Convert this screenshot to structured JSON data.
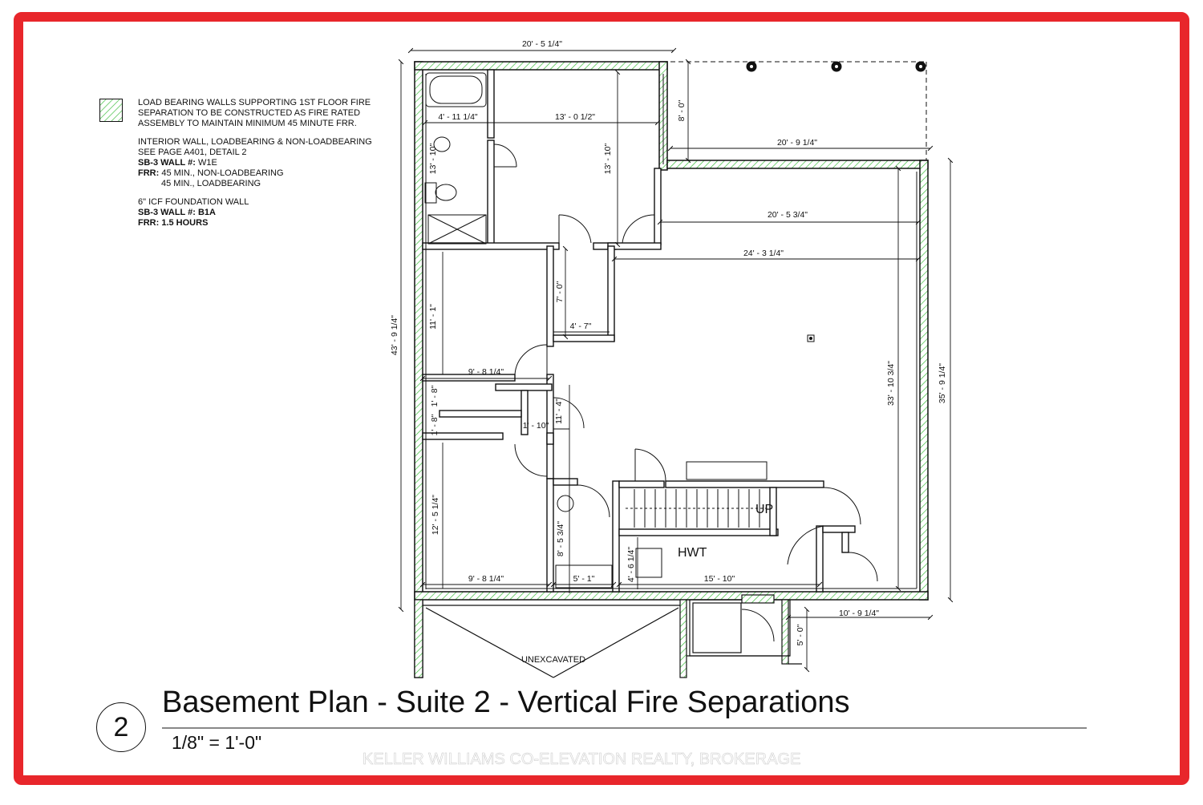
{
  "legend": {
    "load_bearing": [
      "LOAD BEARING WALLS SUPPORTING 1ST FLOOR FIRE",
      "SEPARATION TO BE CONSTRUCTED AS FIRE RATED",
      "ASSEMBLY TO MAINTAIN MINIMUM 45 MINUTE FRR."
    ],
    "interior_l1": "INTERIOR WALL, LOADBEARING & NON-LOADBEARING",
    "interior_l2": "SEE PAGE A401, DETAIL 2",
    "interior_wall_key": "SB-3 WALL #:",
    "interior_wall_val": " W1e",
    "interior_frr_key": "FRR:",
    "interior_frr_val": " 45 MIN., NON-LOADBEARING",
    "interior_frr_val2": "45 MIN., LOADBEARING",
    "icf_l1": "6\" ICF FOUNDATION WALL",
    "icf_wall_key": "SB-3 WALL #:",
    "icf_wall_val": " B1a",
    "icf_frr_key": "FRR:",
    "icf_frr_val": " 1.5 HOURS"
  },
  "dimensions": {
    "top_width": "20' - 5 1/4\"",
    "bath_width": "4' - 11 1/4\"",
    "bedroom_width": "13' - 0 1/2\"",
    "porch_depth": "8' - 0\"",
    "right_top_width": "20' - 9 1/4\"",
    "bath_depth": "13' - 10\"",
    "bedroom_depth": "13' - 10\"",
    "rec_inner_width": "20' - 5 3/4\"",
    "rec_full_width": "24' - 3 1/4\"",
    "overall_depth": "43' - 9 1/4\"",
    "hall_depth": "7' - 0\"",
    "hall_width": "4' - 7\"",
    "bed2_depth": "11' - 1\"",
    "bed2_width": "9' - 8 1/4\"",
    "closet1": "1' - 8\"",
    "closet2": "1' - 8\"",
    "closet3": "1' - 10\"",
    "closet_depth": "11' - 4\"",
    "rec_depth": "33' - 10 3/4\"",
    "right_overall_depth": "35' - 9 1/4\"",
    "bed3_depth": "12' - 5 1/4\"",
    "bed3_width": "9' - 8 1/4\"",
    "bath2_depth": "8' - 5 3/4\"",
    "bath2_width": "5' - 1\"",
    "mech_depth": "4' - 6 1/4\"",
    "mech_width": "15' - 10\"",
    "bottom_right_width": "10' - 9 1/4\"",
    "entry_depth": "5' - 0\""
  },
  "labels": {
    "up": "UP",
    "hwt": "HWT",
    "unexcavated": "UNEXCAVATED"
  },
  "title": {
    "number": "2",
    "text": "Basement Plan - Suite 2 - Vertical Fire Separations",
    "scale": "1/8\" = 1'-0\""
  },
  "watermark": "KELLER WILLIAMS CO-ELEVATION REALTY, BROKERAGE",
  "colors": {
    "frame": "#e8262b",
    "hatch": "#3fbf3f",
    "ink": "#111111"
  }
}
